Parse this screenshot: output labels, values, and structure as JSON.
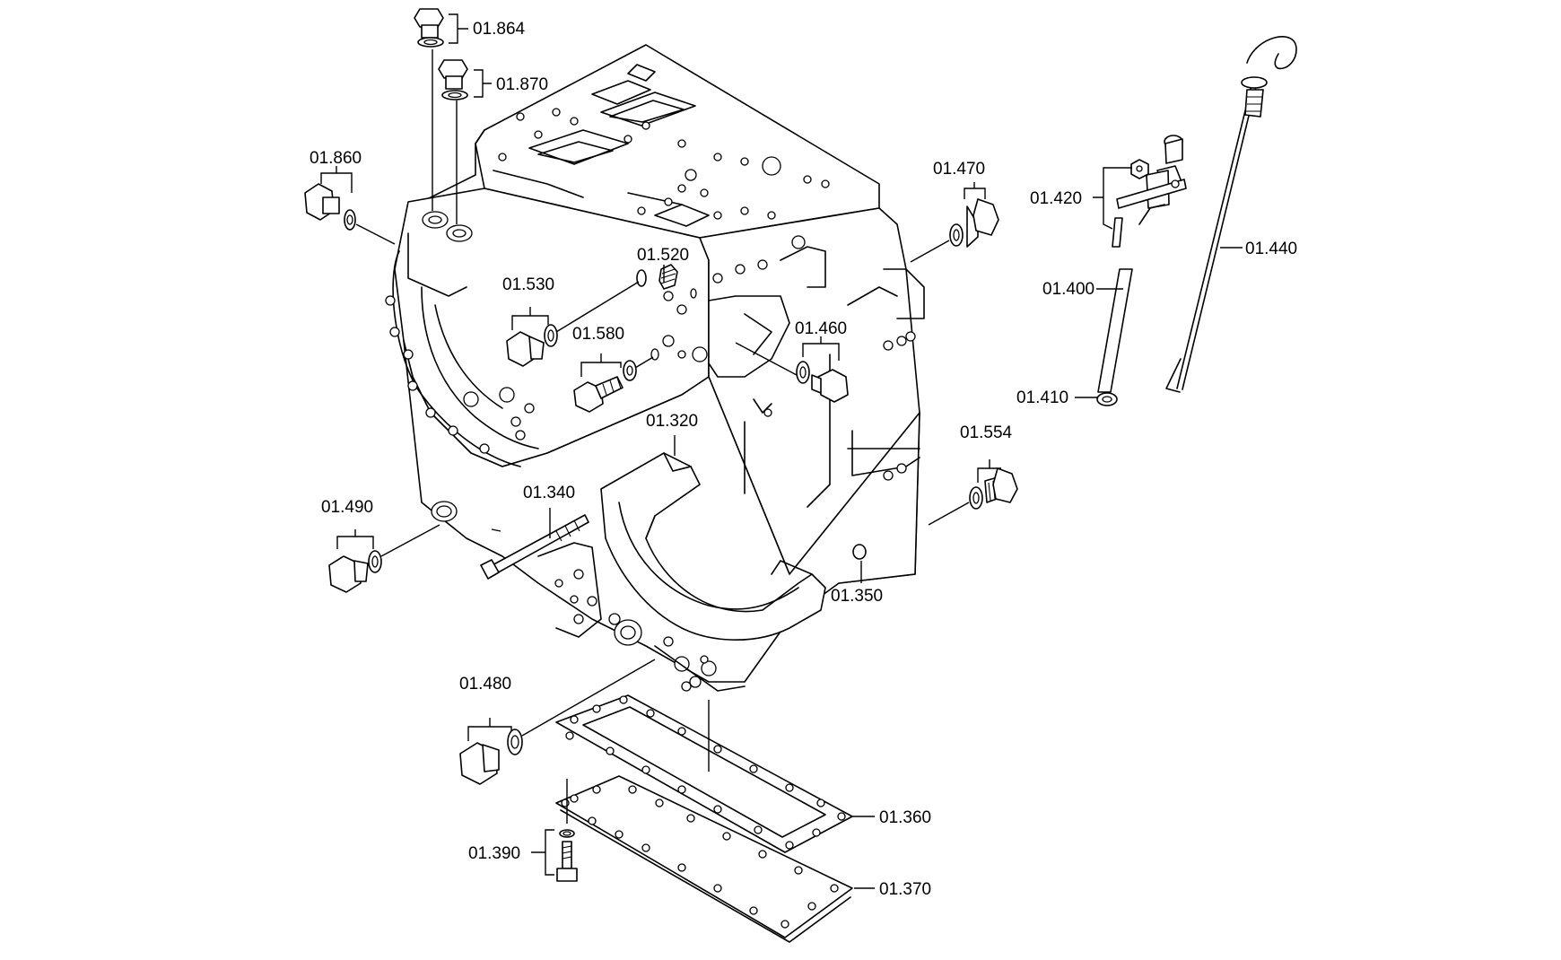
{
  "labels": {
    "p01864": "01.864",
    "p01870": "01.870",
    "p01860": "01.860",
    "p01470": "01.470",
    "p01420": "01.420",
    "p01440": "01.440",
    "p01400": "01.400",
    "p01520": "01.520",
    "p01530": "01.530",
    "p01580": "01.580",
    "p01460": "01.460",
    "p01410": "01.410",
    "p01320": "01.320",
    "p01554": "01.554",
    "p01340": "01.340",
    "p01490": "01.490",
    "p01350": "01.350",
    "p01480": "01.480",
    "p01360": "01.360",
    "p01390": "01.390",
    "p01370": "01.370"
  }
}
